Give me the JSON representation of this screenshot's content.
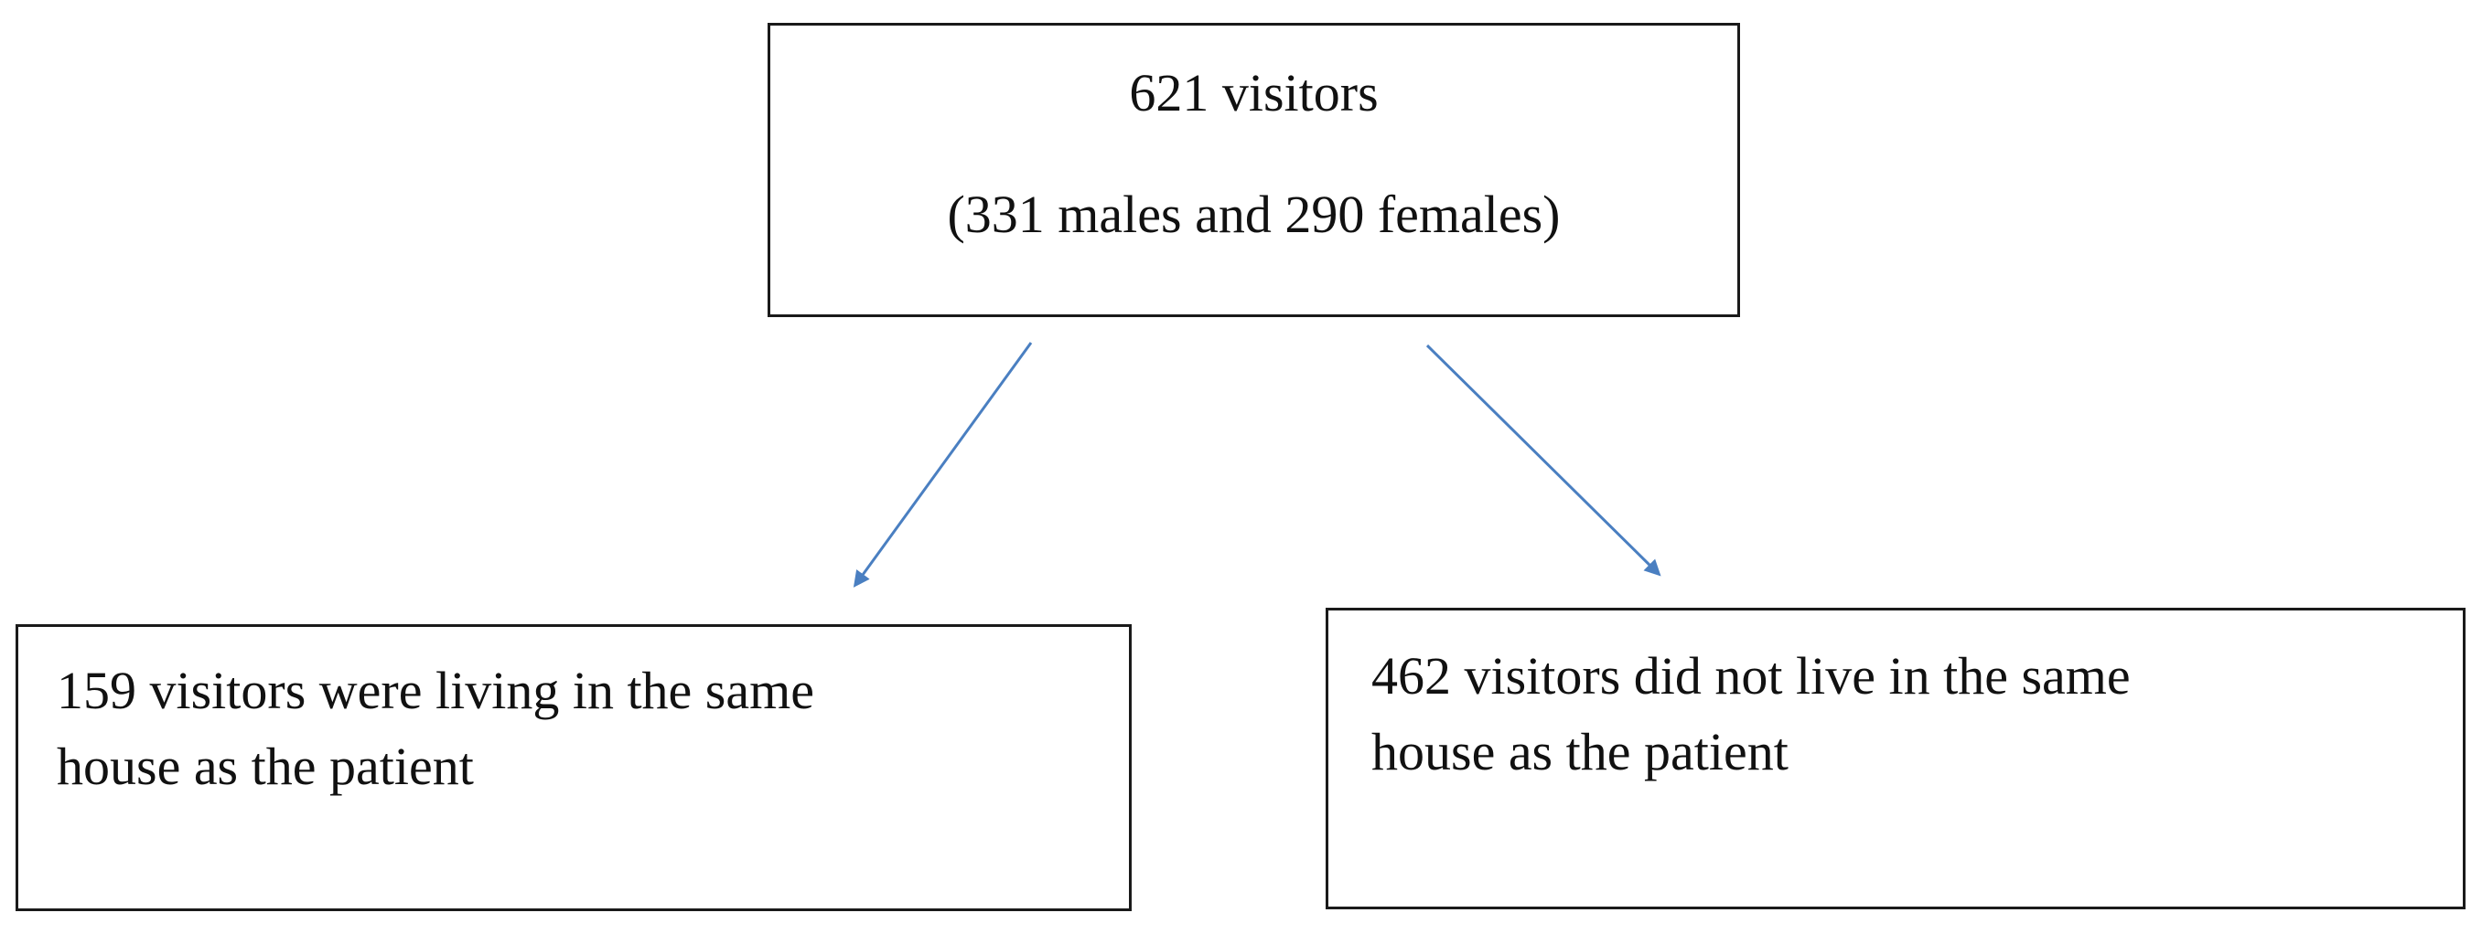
{
  "diagram": {
    "top_box": {
      "line1": "621 visitors",
      "line2": "(331 males and 290 females)"
    },
    "left_box": {
      "text": "159 visitors were living in the same\nhouse as the patient"
    },
    "right_box": {
      "text": "462 visitors did not live in the same\nhouse as the patient"
    },
    "colors": {
      "arrow": "#4a7fc1",
      "box_border": "#1a1a1a",
      "text": "#111111"
    }
  }
}
